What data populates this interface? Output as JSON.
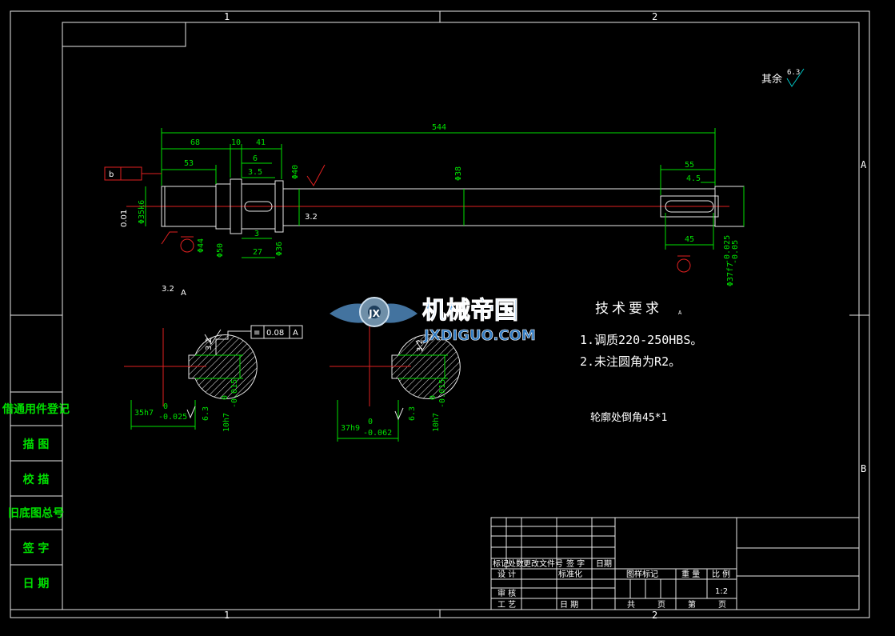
{
  "frame": {
    "zone_top_1": "1",
    "zone_top_2": "2",
    "zone_bottom_1": "1",
    "zone_bottom_2": "2",
    "zone_right_a": "A",
    "zone_right_b": "B"
  },
  "left_stamp": {
    "items": [
      "借通用件登记",
      "描 图",
      "校 描",
      "旧底图总号",
      "签 字",
      "日 期"
    ]
  },
  "roughness_other": {
    "label": "其余",
    "value": "6.3"
  },
  "shaft": {
    "dims": {
      "total": "544",
      "d68": "68",
      "d10": "10",
      "d41": "41",
      "d53": "53",
      "d6": "6",
      "d3_5": "3.5",
      "d3": "3",
      "d27": "27",
      "d55": "55",
      "d4_5": "4.5",
      "d45": "45",
      "dia_left": "Φ35k6",
      "dia_44": "Φ44",
      "dia_50": "Φ50",
      "dia_36": "Φ36",
      "dia_40": "Φ40",
      "dia_38": "Φ38",
      "dia_right": "Φ37f7",
      "tol_r1": "-0.025",
      "tol_r2": "-0.05",
      "runout_val": "0.01",
      "rough_3_2": "3.2"
    },
    "datum_box": "b"
  },
  "section_labels": {
    "rough_note": "3.2",
    "rough_note_sub": "A",
    "tol_frame_sym": "≡",
    "tol_frame_val": "0.08",
    "tol_frame_datum": "A",
    "left_dia": "35h7",
    "left_tol_hi": "0",
    "left_tol_lo": "-0.025",
    "left_key": "10h7",
    "left_key_hi": "0",
    "left_key_lo": "-0.015",
    "left_rough": "6.3",
    "left_rough_top": "3.2",
    "right_dia": "37h9",
    "right_tol_hi": "0",
    "right_tol_lo": "-0.062",
    "right_key": "10h7",
    "right_key_hi": "0",
    "right_key_lo": "-0.015",
    "right_rough": "6.3",
    "right_rough_top": "3.2"
  },
  "watermark": {
    "cn": "机械帝国",
    "en": "JXDIGUO.COM"
  },
  "tech_req": {
    "title": "技术要求",
    "title_sub": "A",
    "item1": "1.调质220-250HBS。",
    "item2": "2.未注圆角为R2。",
    "note": "轮廓处倒角45*1"
  },
  "title_block": {
    "row_labels": [
      "标记",
      "处数",
      "更改文件号",
      "签 字",
      "日期"
    ],
    "design": "设 计",
    "standard": "标准化",
    "review": "审 核",
    "process": "工 艺",
    "date": "日 期",
    "stage_mark": "图样标记",
    "weight": "重 量",
    "scale_label": "比 例",
    "scale_value": "1:2",
    "total": "共",
    "page": "页",
    "sheet": "第",
    "page2": "页"
  }
}
